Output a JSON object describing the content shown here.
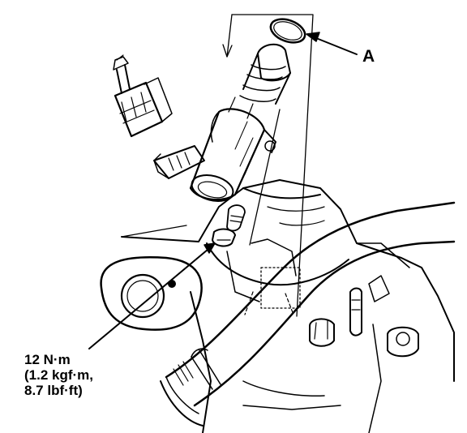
{
  "callouts": {
    "part_label": "A",
    "torque_lines": [
      "12 N·m",
      "(1.2 kgf·m,",
      "8.7 lbf·ft)"
    ]
  },
  "colors": {
    "ink": "#000000",
    "paper": "#ffffff"
  }
}
